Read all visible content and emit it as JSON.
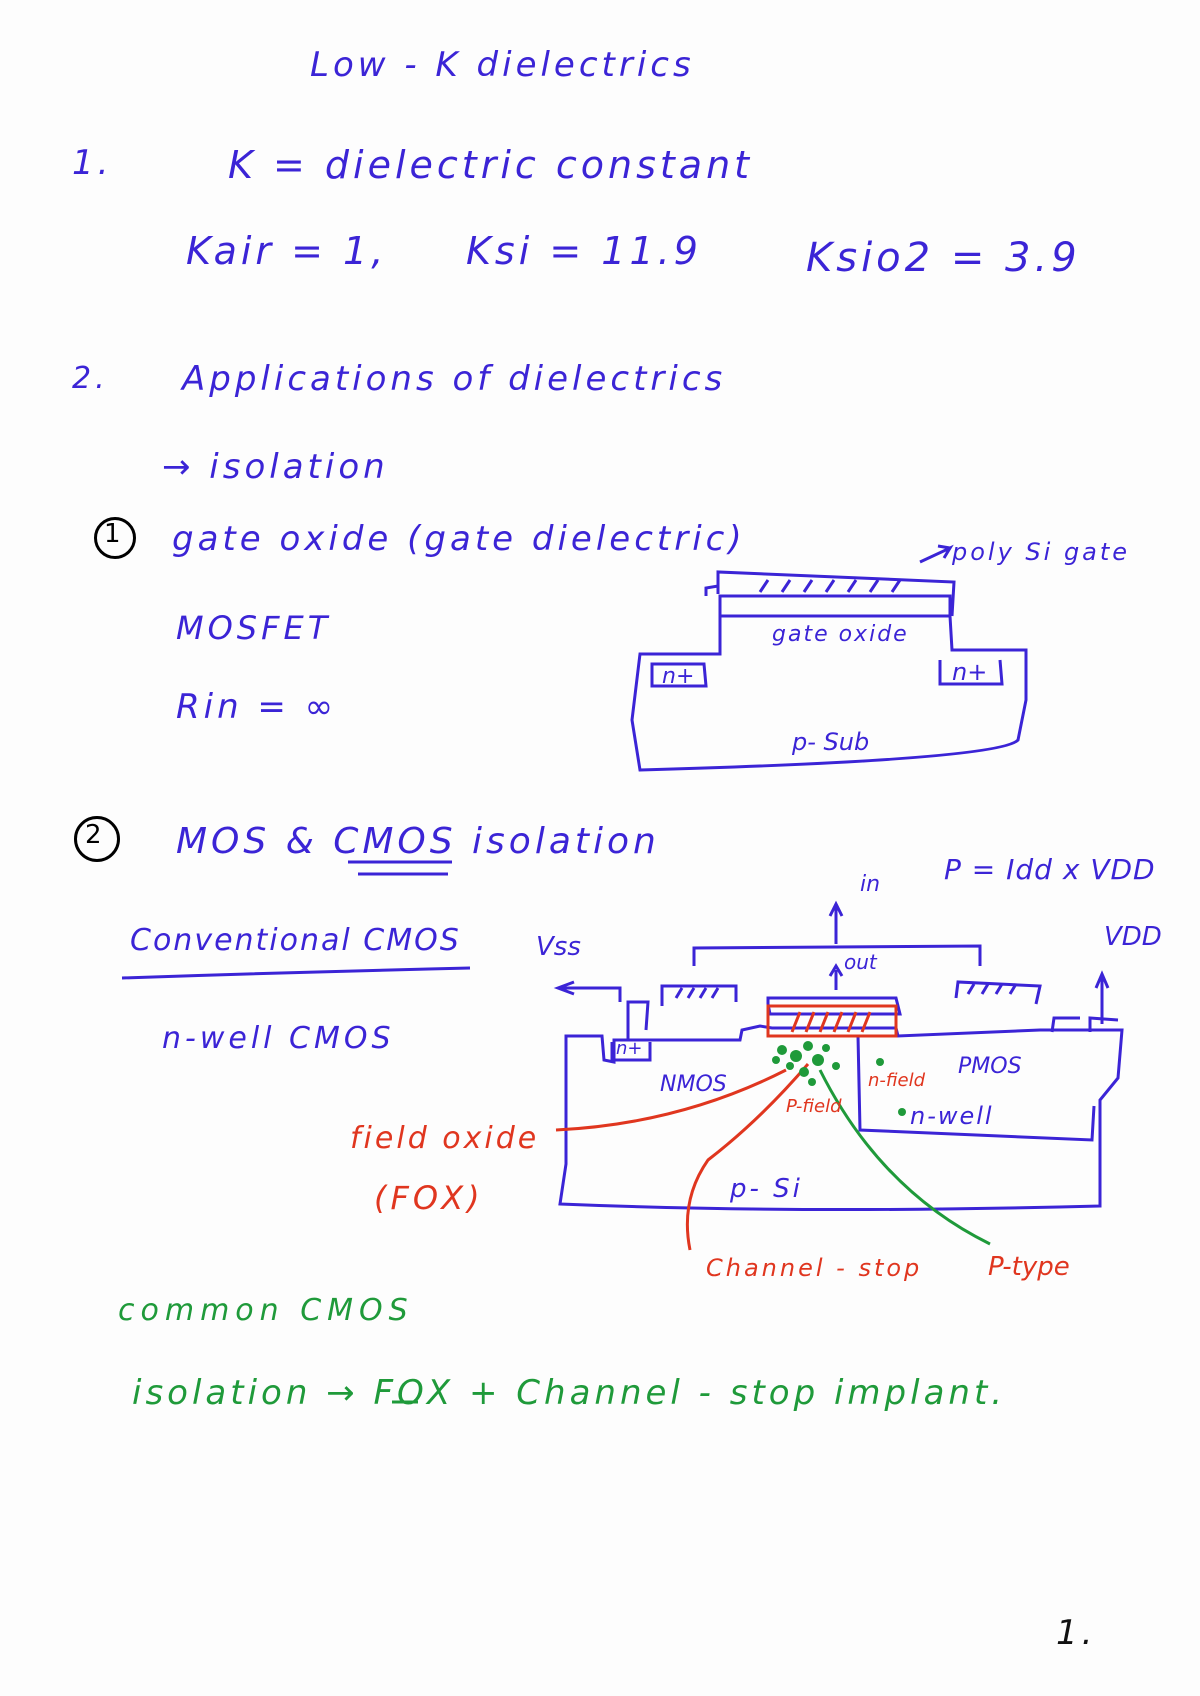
{
  "title": "Low - K dielectrics",
  "section1": {
    "number": "1.",
    "definition": "K = dielectric constant",
    "k_air": "Kair = 1,",
    "k_si": "Ksi = 11.9",
    "k_sio2": "Ksio2 = 3.9"
  },
  "section2": {
    "number": "2.",
    "heading": "Applications of dielectrics",
    "arrow_isolation": "→ isolation",
    "item1": {
      "marker": "1",
      "text": "gate oxide (gate dielectric)",
      "mosfet": "MOSFET",
      "rin": "Rin = ∞",
      "labels": {
        "poly_si_gate": "poly Si gate",
        "gate_oxide": "gate oxide",
        "n_plus_left": "n+",
        "n_plus_right": "n+",
        "p_sub": "p- Sub"
      }
    },
    "item2": {
      "marker": "2",
      "text": "MOS & CMOS isolation",
      "power_eq": "P = Idd x VDD",
      "conventional": "Conventional CMOS",
      "nwell_cmos": "n-well CMOS",
      "labels": {
        "in": "in",
        "out": "out",
        "vss": "Vss",
        "vdd": "VDD",
        "nplus": "n+",
        "nmos": "NMOS",
        "pmos": "PMOS",
        "n_field": "n-field",
        "p_field": "P-field",
        "n_well": "n-well",
        "p_si": "p- Si",
        "field_oxide": "field oxide",
        "fox": "(FOX)",
        "channel_stop": "Channel - stop",
        "p_type": "P-type"
      }
    }
  },
  "summary": {
    "line1": "common CMOS",
    "line2": "isolation → FOX + Channel - stop implant."
  },
  "page_number": "1."
}
